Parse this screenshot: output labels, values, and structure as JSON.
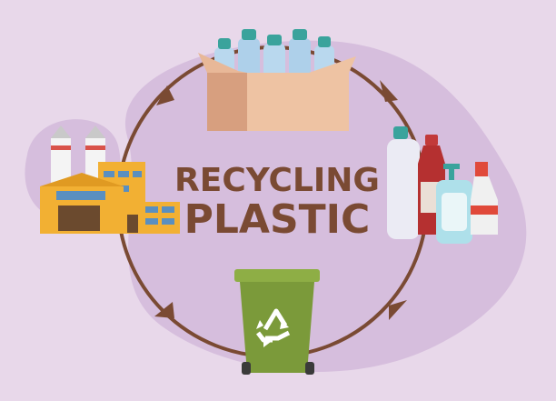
{
  "title": {
    "line1": "RECYCLING",
    "line2": "PLASTIC"
  },
  "stages": [
    {
      "name": "collection-box"
    },
    {
      "name": "plastic-bottles"
    },
    {
      "name": "recycling-bin"
    },
    {
      "name": "recycling-factory"
    }
  ],
  "icons": {
    "bin_symbol": "recycle-icon"
  },
  "colors": {
    "background": "#e8d8ea",
    "blob": "#d6bedd",
    "cycle": "#7a4a33",
    "title": "#7a4a33",
    "bin": "#7b9a3a",
    "factory": "#f2b033"
  }
}
